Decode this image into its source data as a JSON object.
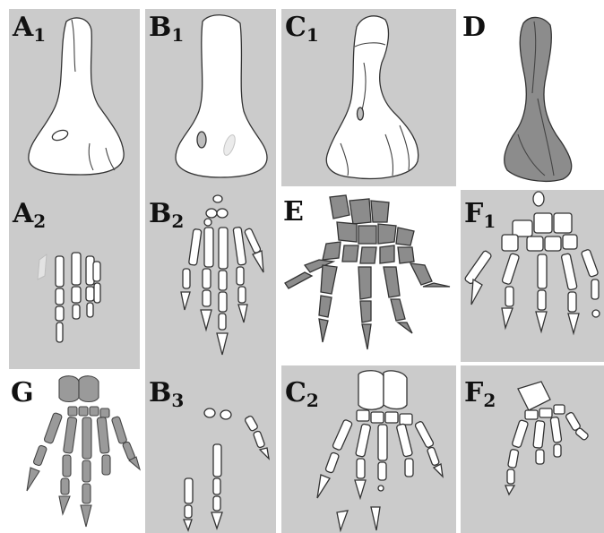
{
  "panels": {
    "A1": {
      "letter": "A",
      "num": "1"
    },
    "B1": {
      "letter": "B",
      "num": "1"
    },
    "C1": {
      "letter": "C",
      "num": "1"
    },
    "D": {
      "letter": "D"
    },
    "A2": {
      "letter": "A",
      "num": "2"
    },
    "B2": {
      "letter": "B",
      "num": "2"
    },
    "E": {
      "letter": "E"
    },
    "F1": {
      "letter": "F",
      "num": "1"
    },
    "G": {
      "letter": "G"
    },
    "B3": {
      "letter": "B",
      "num": "3"
    },
    "C2": {
      "letter": "C",
      "num": "2"
    },
    "F2": {
      "letter": "F",
      "num": "2"
    }
  },
  "colors": {
    "panel_bg": "#cbcbcb",
    "bone_white": "#ffffff",
    "bone_dark": "#8c8c8c"
  },
  "icons": [
    "humerus",
    "manus"
  ]
}
